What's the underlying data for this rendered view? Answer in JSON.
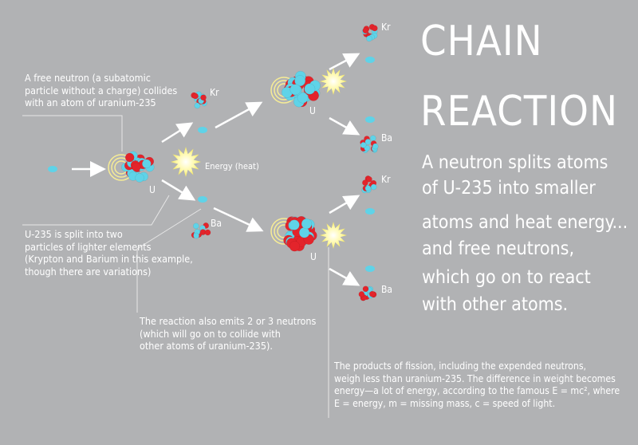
{
  "title": {
    "line1": "CHAIN",
    "line2": "REACTION"
  },
  "subtitle_lines": [
    "A neutron splits atoms",
    "of U-235 into smaller",
    "atoms and heat energy...",
    "and free neutrons,",
    "which go on to react",
    "with other atoms."
  ],
  "notes": {
    "neutron": [
      "A free neutron (a subatomic",
      "particle without a charge) collides",
      "with an atom of uranium-235"
    ],
    "split": [
      "U-235 is split into two",
      "particles of lighter elements",
      "(Krypton and Barium in this example,",
      "though there are variations)"
    ],
    "emits": [
      "The reaction also emits 2 or 3 neutrons",
      "(which will go on to collide with",
      "other atoms of uranium-235)."
    ],
    "products": [
      "The products of fission, including the expended neutrons,",
      "weigh less than uranium-235. The difference in weight becomes",
      "energy—a lot of energy, according to the famous E = mc², where",
      "E = energy, m = missing mass, c = speed of light."
    ]
  },
  "labels": {
    "u": "U",
    "kr": "Kr",
    "ba": "Ba",
    "energy": "Energy (heat)"
  },
  "colors": {
    "background": "#b1b2b4",
    "proton": "#e3242b",
    "neutron": "#5fd3e8",
    "energy": "#fff8a0",
    "text": "#ffffff"
  }
}
